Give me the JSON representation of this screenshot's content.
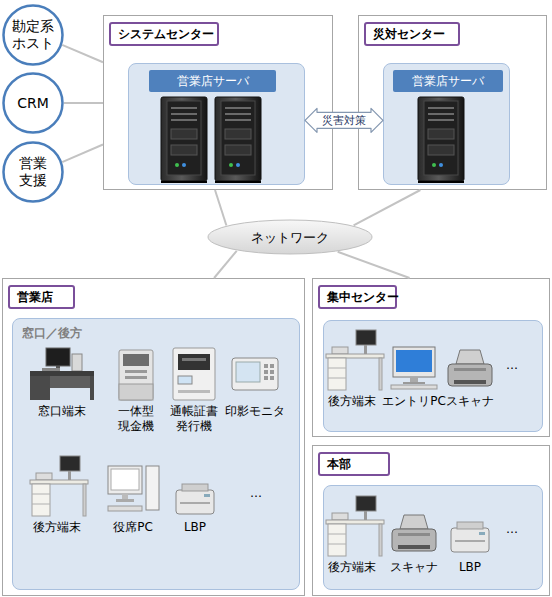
{
  "diagram": {
    "nodes": [
      {
        "text": [
          "勘定系 ホスト"
        ]
      },
      {
        "text": [
          "CRM"
        ]
      },
      {
        "text": [
          "営業 支援"
        ]
      },
      {
        "text": [
          "システムセンター"
        ]
      },
      {
        "text": [
          "営業店サーバ"
        ],
        "in": 3
      },
      {
        "text": [
          "災対センター"
        ]
      },
      {
        "text": [
          "営業店サーバ"
        ],
        "in": 5
      },
      {
        "text": [
          "ネットワーク"
        ]
      },
      {
        "text": [
          "営業店"
        ]
      },
      {
        "text": [
          "窓口／後方"
        ],
        "in": 8
      },
      {
        "text": [
          "集中センター"
        ]
      },
      {
        "text": [
          "本部"
        ]
      }
    ],
    "edges": [
      {
        "from": 0,
        "to": 3,
        "arrow": "none"
      },
      {
        "from": 1,
        "to": 3,
        "arrow": "none"
      },
      {
        "from": 2,
        "to": 3,
        "arrow": "none"
      },
      {
        "from": 4,
        "to": 6,
        "label": "災害対策",
        "arrow": "both"
      },
      {
        "from": 7,
        "to": 3,
        "arrow": "none"
      },
      {
        "from": 7,
        "to": 5,
        "arrow": "none"
      },
      {
        "from": 7,
        "to": 8,
        "arrow": "none"
      },
      {
        "from": 7,
        "to": 10,
        "arrow": "none"
      }
    ],
    "labels": [
      "窓口端末",
      "一体型 現金機",
      "通帳証書 発行機",
      "印影モニタ",
      "後方端末",
      "役席PC",
      "LBP",
      "…",
      "後方端末",
      "エントリPC",
      "スキャナ",
      "…",
      "後方端末",
      "スキャナ",
      "LBP",
      "…"
    ]
  }
}
